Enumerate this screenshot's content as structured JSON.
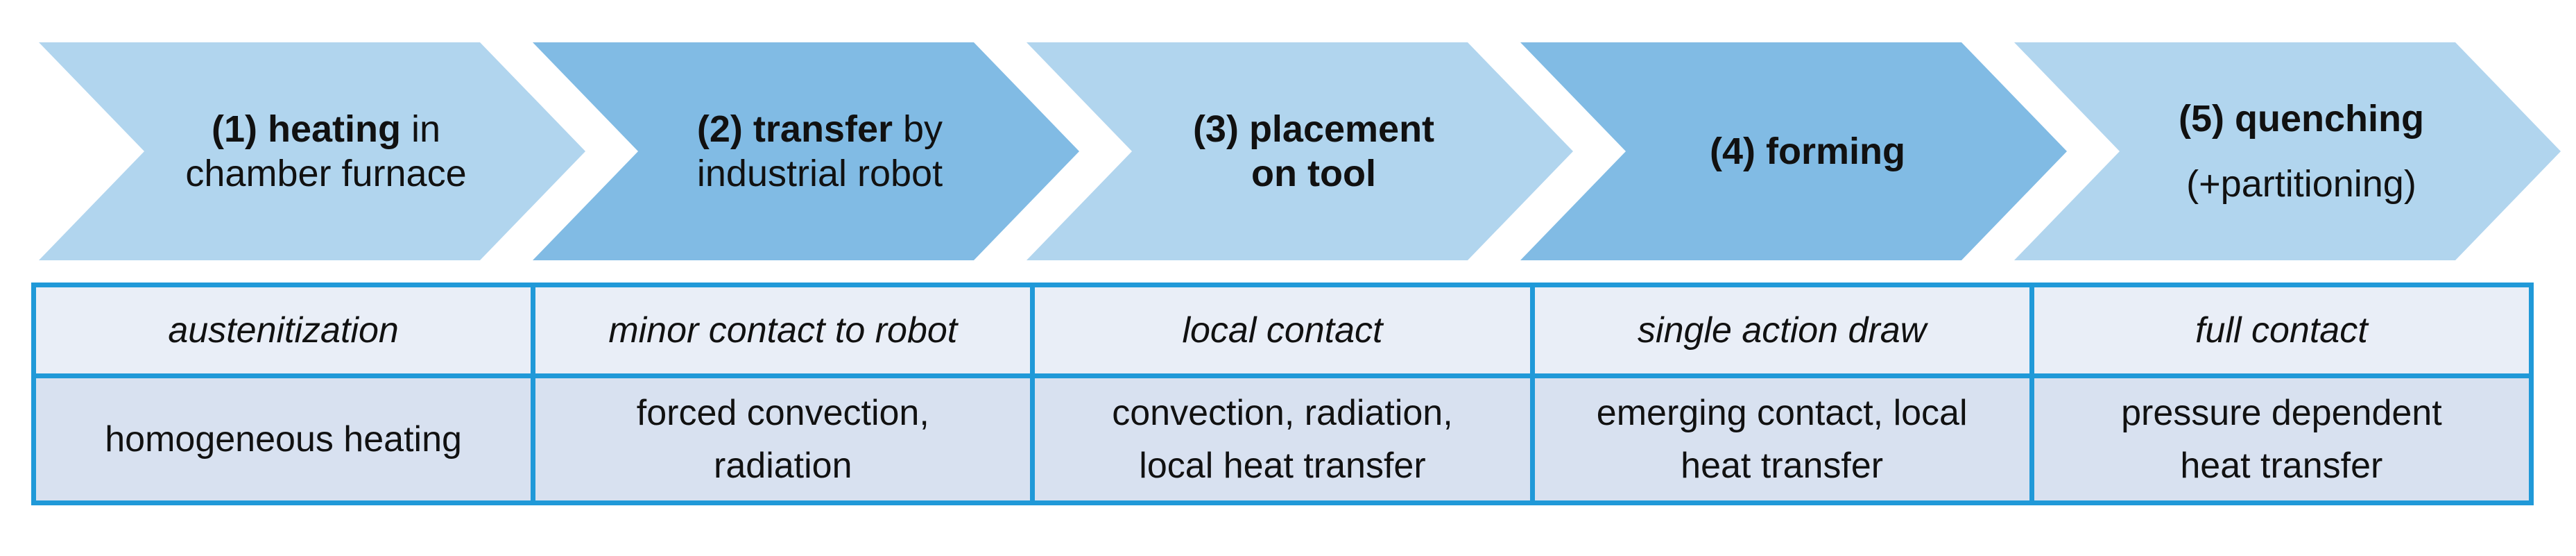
{
  "flow": {
    "steps": [
      {
        "bold": "(1) heating",
        "rest": " in\nchamber furnace"
      },
      {
        "bold": "(2) transfer",
        "rest": " by\nindustrial robot"
      },
      {
        "bold": "(3) placement\non tool",
        "rest": ""
      },
      {
        "bold": "(4) forming",
        "rest": ""
      },
      {
        "bold": "(5) quenching",
        "rest": "(+partitioning)"
      }
    ]
  },
  "table": {
    "contact_row": [
      "austenitization",
      "minor contact to robot",
      "local contact",
      "single action draw",
      "full contact"
    ],
    "heat_row": [
      "homogeneous heating",
      "forced convection,\nradiation",
      "convection, radiation,\nlocal heat transfer",
      "emerging contact, local\nheat transfer",
      "pressure dependent\nheat transfer"
    ]
  },
  "colors": {
    "chevron_light": "#b1d5ee",
    "chevron_dark": "#81bbe4",
    "contact_row_bg": "#e9eef7",
    "heat_row_bg": "#d8e1f0",
    "table_border": "#2099d8",
    "text": "#111111"
  }
}
